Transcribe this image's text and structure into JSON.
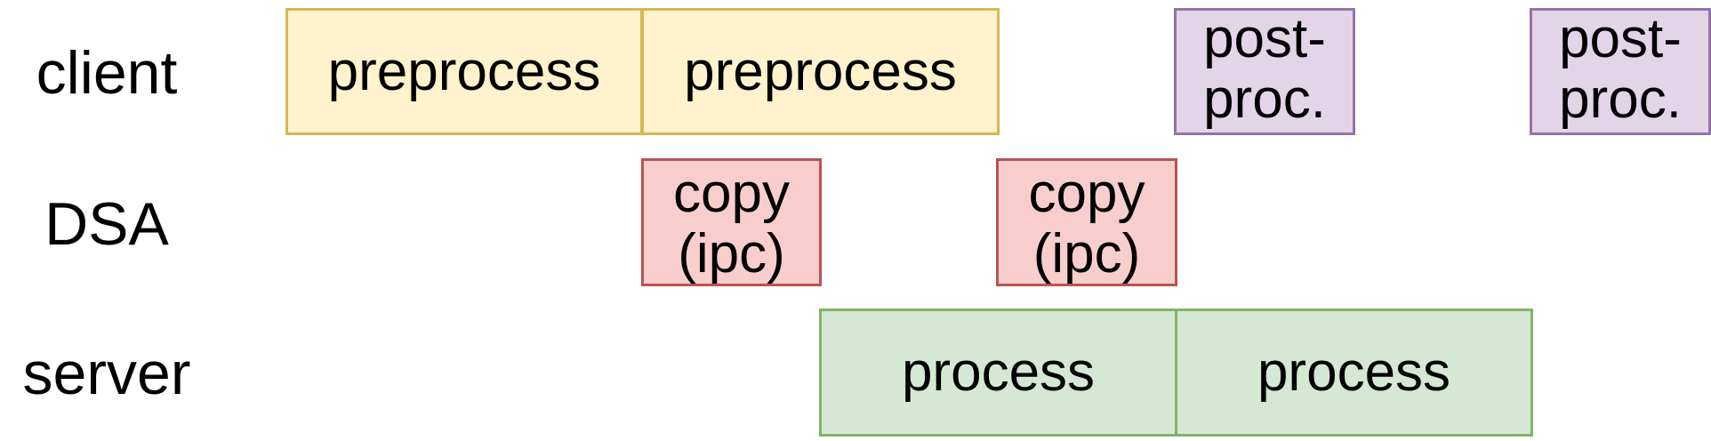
{
  "rows": {
    "client": "client",
    "dsa": "DSA",
    "server": "server"
  },
  "blocks": {
    "preprocess_1": "preprocess",
    "preprocess_2": "preprocess",
    "postproc_1": "post-\nproc.",
    "postproc_2": "post-\nproc.",
    "copy_1": "copy\n(ipc)",
    "copy_2": "copy\n(ipc)",
    "process_1": "process",
    "process_2": "process"
  },
  "colors": {
    "preprocess_fill": "#fff2cc",
    "preprocess_border": "#d6b656",
    "postproc_fill": "#e1d5e7",
    "postproc_border": "#9673a6",
    "copy_fill": "#f8cecc",
    "copy_border": "#b85450",
    "process_fill": "#d5e8d4",
    "process_border": "#82b366"
  }
}
